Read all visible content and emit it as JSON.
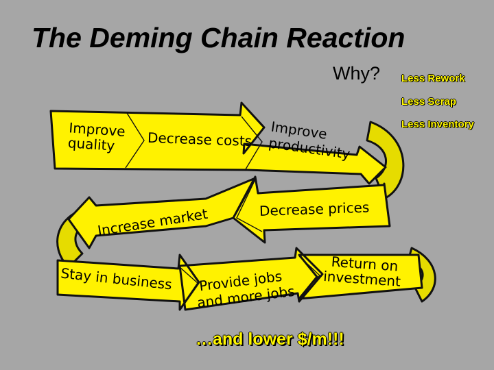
{
  "title": "The Deming Chain Reaction",
  "why": {
    "label": "Why?",
    "reasons": [
      "Less Rework",
      "Less Scrap",
      "Less Inventory"
    ]
  },
  "chain": {
    "steps": [
      [
        "Improve",
        "quality"
      ],
      [
        "Decrease costs"
      ],
      [
        "Improve",
        "productivity"
      ],
      [
        "Decrease prices"
      ],
      [
        "Increase market"
      ],
      [
        "Stay in business"
      ],
      [
        "Provide jobs",
        "and more jobs"
      ],
      [
        "Return on",
        "investment"
      ]
    ]
  },
  "footer": "…and lower $/m!!!",
  "colors": {
    "background": "#a6a6a6",
    "ribbon": "#fff200",
    "accent_text": "#fff700"
  }
}
